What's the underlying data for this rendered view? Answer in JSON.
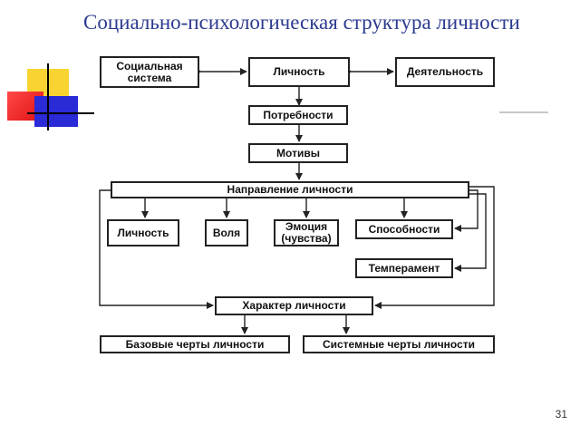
{
  "title": "Социально-психологическая структура личности",
  "page_number": "31",
  "nodes": {
    "social_system": "Социальная\nсистема",
    "personality_top": "Личность",
    "activity": "Деятельность",
    "needs": "Потребности",
    "motives": "Мотивы",
    "direction": "Направление личности",
    "personality_sub": "Личность",
    "will": "Воля",
    "emotion": "Эмоция\n(чувства)",
    "abilities": "Способности",
    "temperament": "Темперамент",
    "character": "Характер личности",
    "basic_traits": "Базовые черты личности",
    "system_traits": "Системные черты личности"
  }
}
